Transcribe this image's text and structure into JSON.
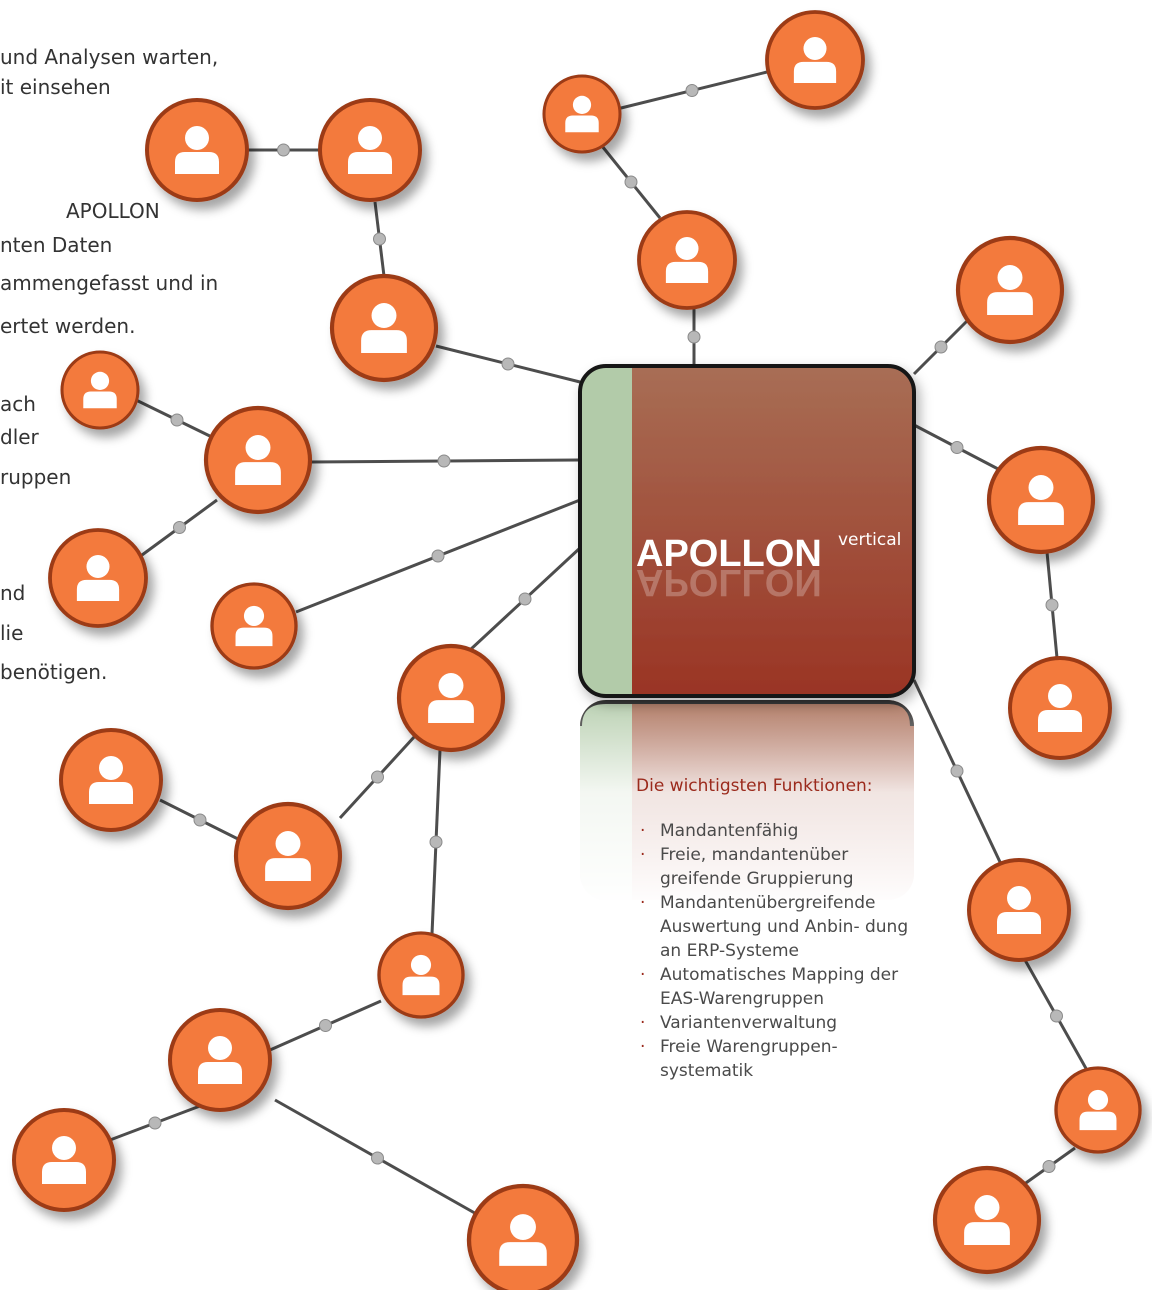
{
  "background_text": [
    "und Analysen warten,",
    "it einsehen",
    "APOLLON",
    "nten Daten",
    "ammengefasst und in",
    "ertet werden.",
    "ach",
    "dler",
    "ruppen",
    "nd",
    "lie",
    "benötigen."
  ],
  "product": {
    "name": "APOLLON",
    "edition": "vertical",
    "box_colors": {
      "stripe": "#b2cba9",
      "top": "#a86e55",
      "bottom": "#9a3424",
      "border": "#141414"
    }
  },
  "functions": {
    "heading": "Die wichtigsten Funktionen:",
    "items": [
      "Mandantenfähig",
      "Freie, mandantenüber greifende Gruppierung",
      "Mandantenübergreifende Auswertung und Anbin- dung an ERP-Systeme",
      "Automatisches Mapping der EAS-Warengruppen",
      "Variantenverwaltung",
      "Freie Warengruppen- systematik"
    ]
  },
  "colors": {
    "node_fill": "#f37a3c",
    "node_border": "#9c3a16",
    "icon": "#ffffff",
    "connector": "#4d4d4d",
    "connector_dot": "#b8b8b8",
    "heading": "#9b2a1c"
  },
  "icons": {
    "node": "user-icon"
  }
}
